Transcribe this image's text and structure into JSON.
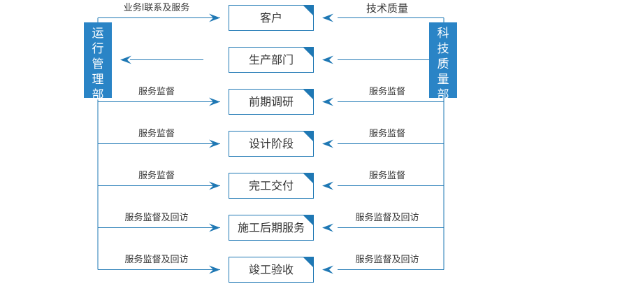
{
  "departments": {
    "left": "运行管理部",
    "right": "科技质量部"
  },
  "stages": [
    {
      "label": "客户",
      "left_label": "业务l联系及服务",
      "right_label": "技术质量",
      "left_dir": "in",
      "right_dir": "in"
    },
    {
      "label": "生产部门",
      "left_label": "",
      "right_label": "",
      "left_dir": "out",
      "right_dir": "in"
    },
    {
      "label": "前期调研",
      "left_label": "服务监督",
      "right_label": "服务监督",
      "left_dir": "in",
      "right_dir": "in"
    },
    {
      "label": "设计阶段",
      "left_label": "服务监督",
      "right_label": "服务监督",
      "left_dir": "in",
      "right_dir": "in"
    },
    {
      "label": "完工交付",
      "left_label": "服务监督",
      "right_label": "服务监督",
      "left_dir": "in",
      "right_dir": "in"
    },
    {
      "label": "施工后期服务",
      "left_label": "服务监督及回访",
      "right_label": "服务监督及回访",
      "left_dir": "in",
      "right_dir": "in"
    },
    {
      "label": "竣工验收",
      "left_label": "服务监督及回访",
      "right_label": "服务监督及回访",
      "left_dir": "in",
      "right_dir": "in"
    }
  ],
  "colors": {
    "accent": "#2a84c6",
    "line": "#1f78b4"
  }
}
